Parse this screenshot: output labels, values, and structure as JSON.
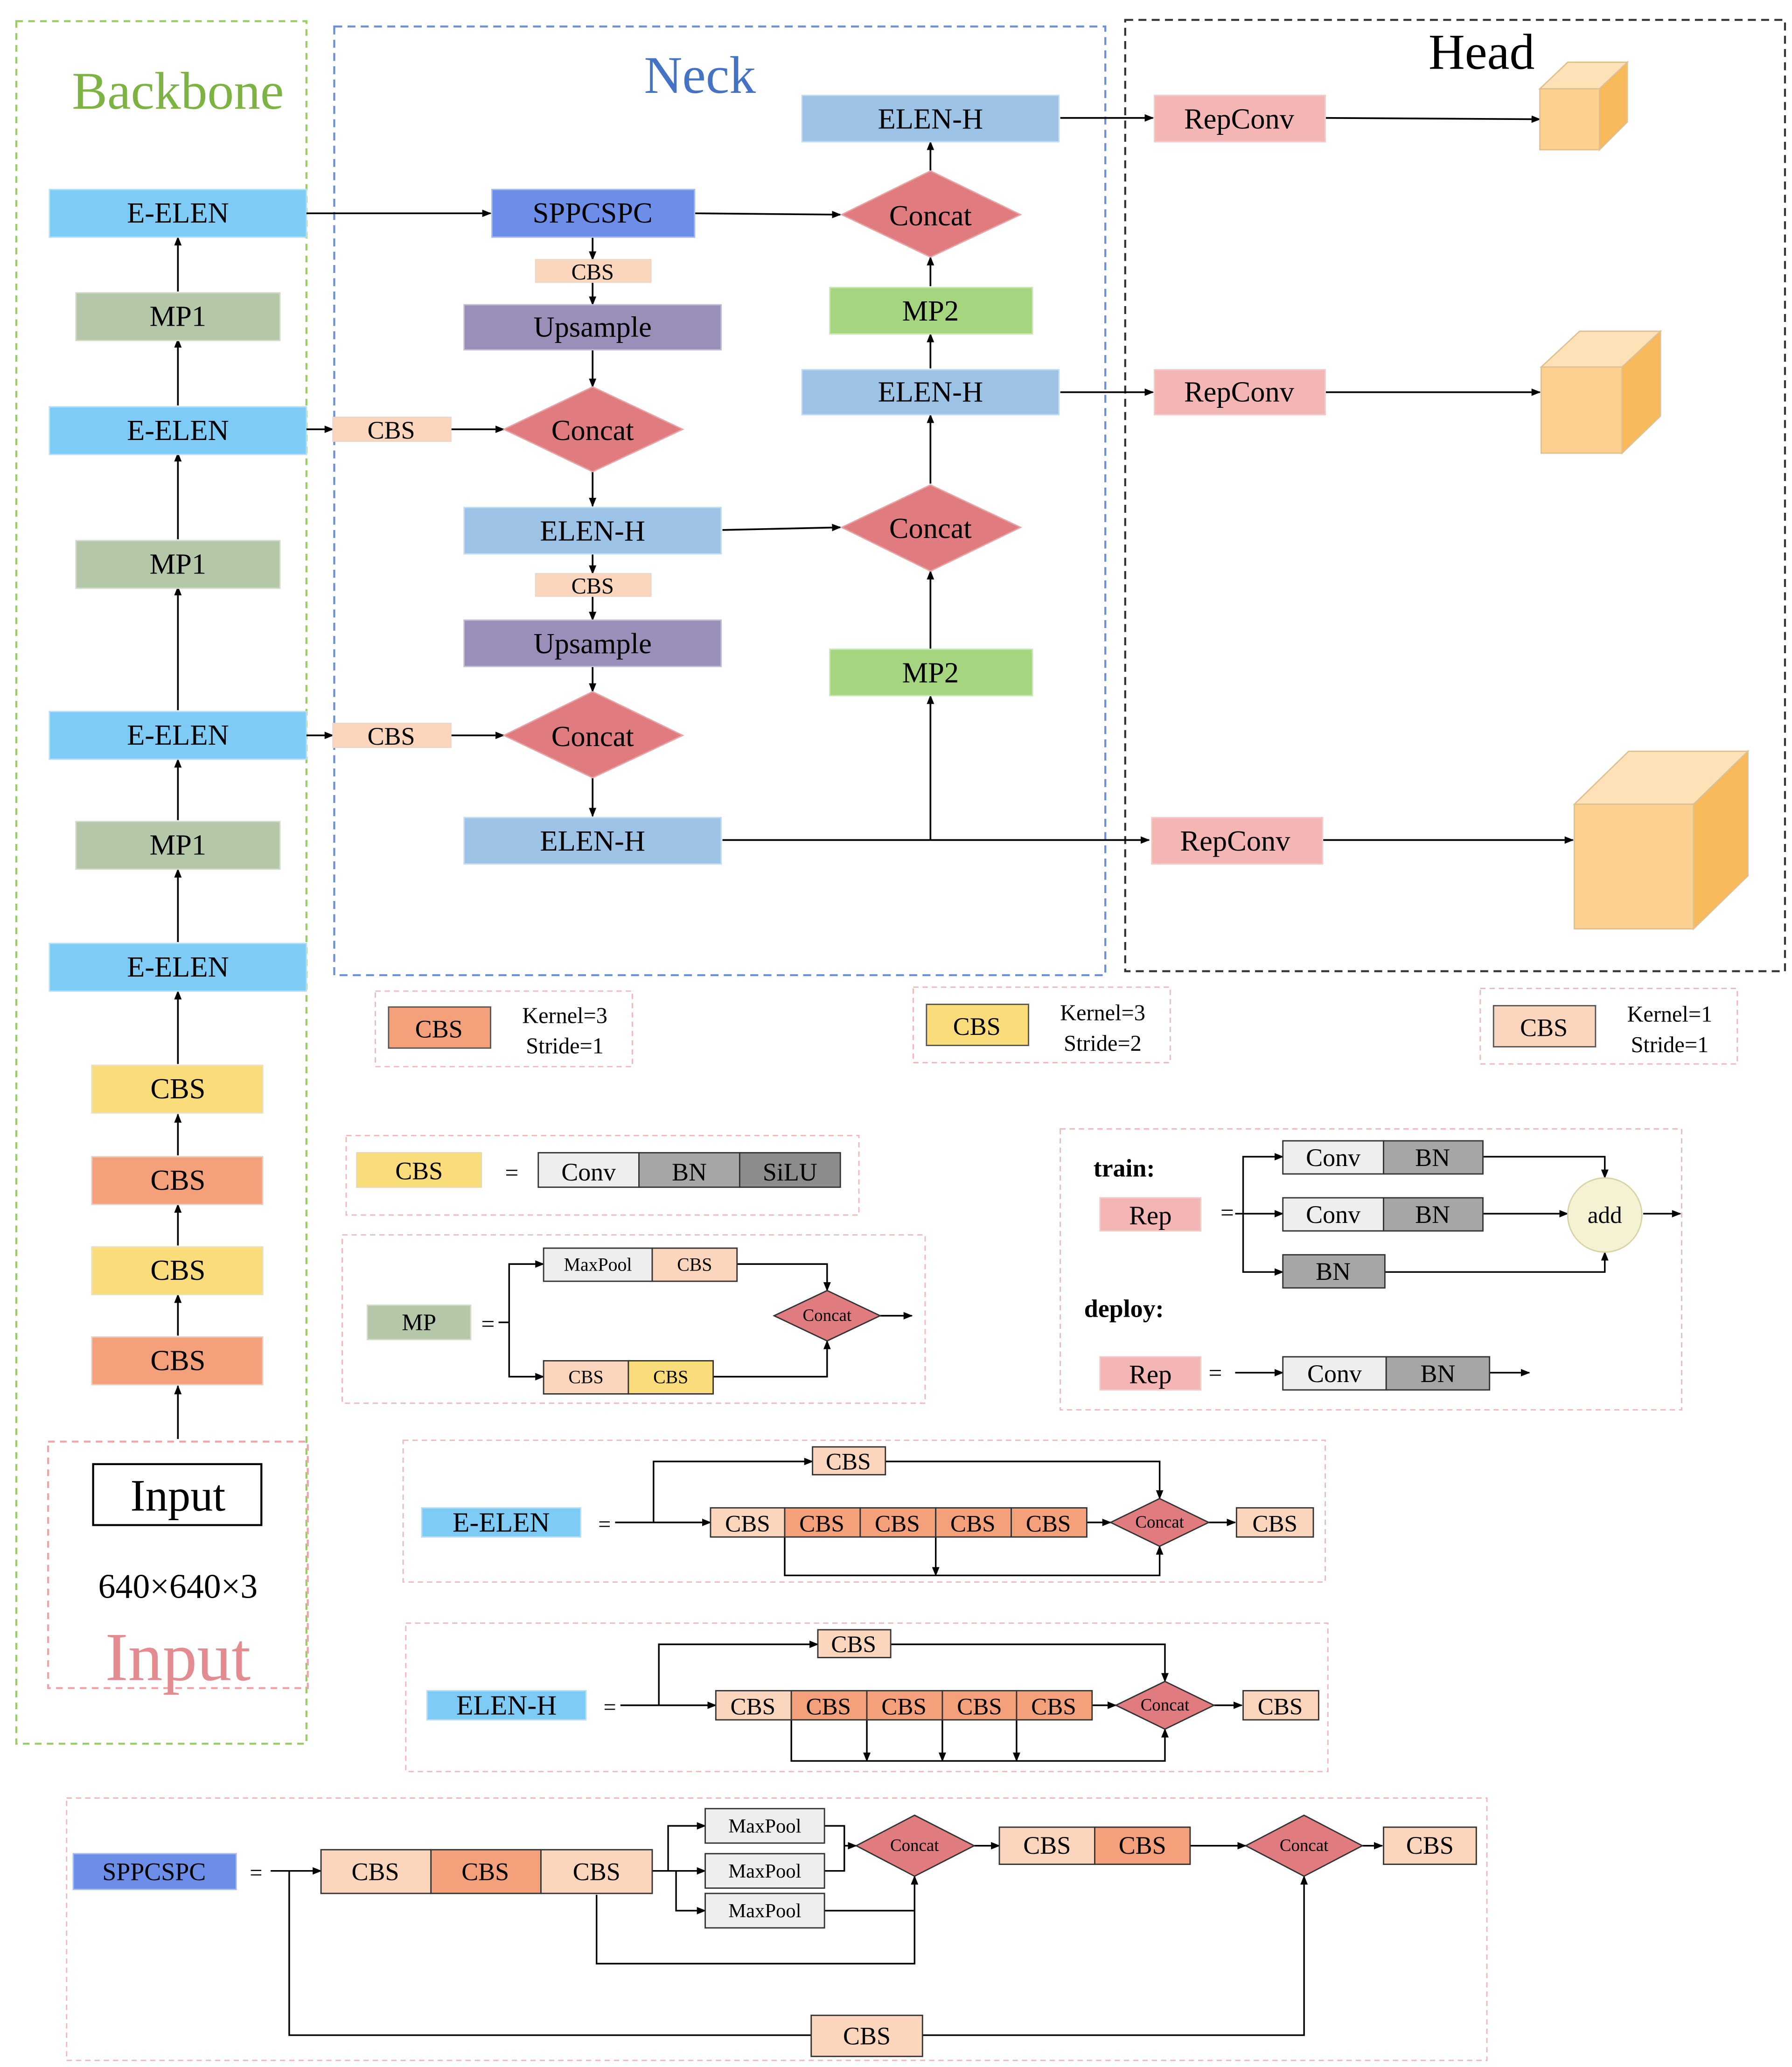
{
  "sections": {
    "backbone": "Backbone",
    "neck": "Neck",
    "head": "Head"
  },
  "colors": {
    "backbone_title": "#7cb342",
    "neck_title": "#4472c4",
    "eelen": "#7ecbf5",
    "mp1": "#b4c7a8",
    "sppcspc": "#6d8ee8",
    "upsample": "#9a8fb8",
    "concat": "#e07b80",
    "elenh": "#9cc3e5",
    "mp2": "#a5d67f",
    "repconv": "#f4b5b5",
    "cbs_k3s1": "#f4a07a",
    "cbs_k3s2": "#fbdc7a",
    "cbs_k1s1": "#fbd6bc",
    "conv": "#eeeeee",
    "bn": "#a6a6a6",
    "maxpool": "#eeeeee",
    "add": "#f5f1d3",
    "output_cube": "#fcd08e",
    "output_cube_side": "#f8b95a"
  },
  "backbone": {
    "input_box": "Input",
    "input_size": "640×640×3",
    "input_caption": "Input",
    "stem": [
      "CBS",
      "CBS",
      "CBS",
      "CBS"
    ],
    "eelen": "E-ELEN",
    "mp1": "MP1"
  },
  "neck": {
    "sppcspc": "SPPCSPC",
    "cbs": "CBS",
    "upsample": "Upsample",
    "concat": "Concat",
    "elenh": "ELEN-H",
    "mp2": "MP2"
  },
  "head": {
    "repconv": "RepConv"
  },
  "legend": {
    "cbs": "CBS",
    "k3s1": [
      "Kernel=3",
      "Stride=1"
    ],
    "k3s2": [
      "Kernel=3",
      "Stride=2"
    ],
    "k1s1": [
      "Kernel=1",
      "Stride=1"
    ]
  },
  "defs": {
    "equals": "=",
    "cbs_def": {
      "name": "CBS",
      "parts": [
        "Conv",
        "BN",
        "SiLU"
      ]
    },
    "mp_def": {
      "name": "MP",
      "maxpool": "MaxPool",
      "cbs": "CBS",
      "concat": "Concat"
    },
    "rep_def": {
      "train": "train:",
      "deploy": "deploy:",
      "rep": "Rep",
      "conv": "Conv",
      "bn": "BN",
      "add": "add"
    },
    "eelen_def": {
      "name": "E-ELEN",
      "cbs": "CBS",
      "concat": "Concat"
    },
    "elenh_def": {
      "name": "ELEN-H",
      "cbs": "CBS",
      "concat": "Concat"
    },
    "sppcspc_def": {
      "name": "SPPCSPC",
      "cbs": "CBS",
      "maxpool": "MaxPool",
      "concat": "Concat"
    }
  }
}
